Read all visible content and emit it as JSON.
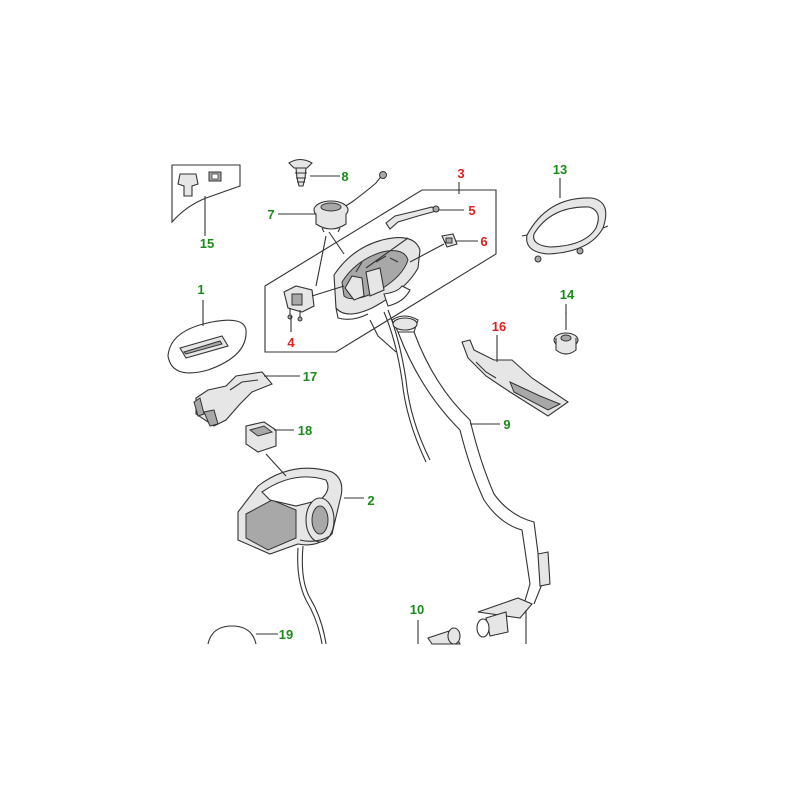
{
  "colors": {
    "part_label": "#1a8c1a",
    "highlight_label": "#e0201c",
    "line": "#333333",
    "part_fill": "#e6e6e6",
    "part_dark": "#a8a8a8"
  },
  "callouts": [
    {
      "id": "c1",
      "label": "1",
      "color": "green"
    },
    {
      "id": "c2",
      "label": "2",
      "color": "green"
    },
    {
      "id": "c3",
      "label": "3",
      "color": "red"
    },
    {
      "id": "c4",
      "label": "4",
      "color": "red"
    },
    {
      "id": "c5",
      "label": "5",
      "color": "red"
    },
    {
      "id": "c6",
      "label": "6",
      "color": "red"
    },
    {
      "id": "c7",
      "label": "7",
      "color": "green"
    },
    {
      "id": "c8",
      "label": "8",
      "color": "green"
    },
    {
      "id": "c9",
      "label": "9",
      "color": "green"
    },
    {
      "id": "c10",
      "label": "10",
      "color": "green"
    },
    {
      "id": "c13",
      "label": "13",
      "color": "green"
    },
    {
      "id": "c14",
      "label": "14",
      "color": "green"
    },
    {
      "id": "c15",
      "label": "15",
      "color": "green"
    },
    {
      "id": "c16",
      "label": "16",
      "color": "red"
    },
    {
      "id": "c17",
      "label": "17",
      "color": "green"
    },
    {
      "id": "c18",
      "label": "18",
      "color": "green"
    },
    {
      "id": "c19",
      "label": "19",
      "color": "green"
    }
  ]
}
